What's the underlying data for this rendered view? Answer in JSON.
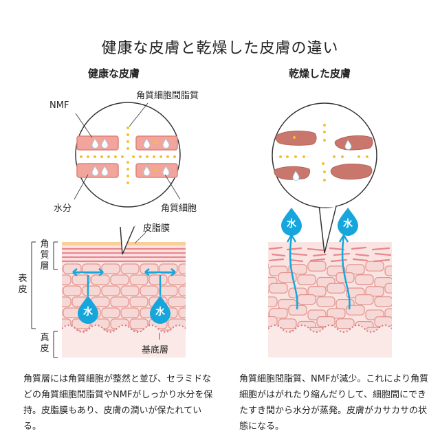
{
  "title": "健康な皮膚と乾燥した皮膚の違い",
  "healthy": {
    "heading": "健康な皮膚",
    "labels": {
      "nmf": "NMF",
      "intercellular_lipid": "角質細胞間脂質",
      "water": "水分",
      "corneocyte": "角質細胞",
      "sebum_film": "皮脂膜",
      "basal_layer": "基底層"
    },
    "water_glyph": "水",
    "description": "角質層には角質細胞が整然と並び、セラミドなどの角質細胞間脂質やNMFがしっかり水分を保持。皮脂膜もあり、皮膚の潤いが保たれている。"
  },
  "dry": {
    "heading": "乾燥した皮膚",
    "water_glyph": "水",
    "description": "角質細胞間脂質、NMFが減少。これにより角質細胞がはがれたり縮んだりして、細胞間にできたすき間から水分が蒸発。皮膚がカサカサの状態になる。"
  },
  "layers": {
    "stratum_corneum": "角質層",
    "epidermis": "表皮",
    "dermis": "真皮"
  },
  "colors": {
    "cell_fill": "#f6d8d6",
    "cell_stroke": "#e2938d",
    "skin_base": "#fae4e2",
    "sebum": "#f6cf9a",
    "corneum_line": "#e8868e",
    "water_blue": "#16a6dc",
    "dot_yellow": "#f3c130",
    "corneocyte_dry": "#c9766c"
  }
}
